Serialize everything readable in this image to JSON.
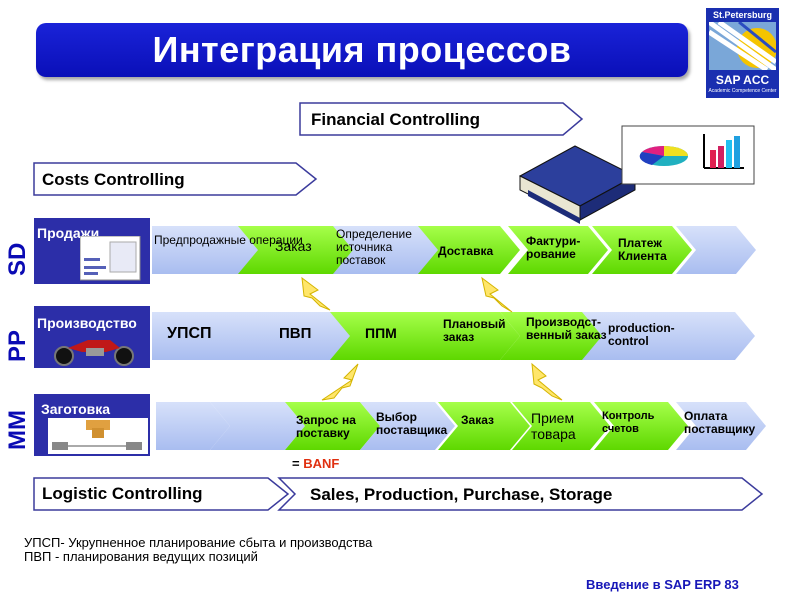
{
  "slide": {
    "title": "Интеграция процессов",
    "logo": {
      "top": "St.Petersburg",
      "bottom": "SAP ACC",
      "sub": "Academic Competence Center"
    },
    "banners": {
      "financial": "Financial Controlling",
      "costs": "Costs Controlling",
      "logistic": "Logistic Controlling",
      "sales_prod": "Sales, Production, Purchase, Storage"
    },
    "rows": {
      "sd": {
        "code": "SD",
        "label": "Продажи",
        "steps": [
          "Предпродажные операции",
          "Заказ",
          "Определение источника поставок",
          "Доставка",
          "Фактури- рование",
          "Платеж Клиента"
        ]
      },
      "pp": {
        "code": "PP",
        "label": "Производство",
        "steps": [
          "УПСП",
          "ПВП",
          "ППМ",
          "Плановый заказ",
          "Производст- венный заказ",
          "production- control"
        ]
      },
      "mm": {
        "code": "MM",
        "label": "Заготовка",
        "steps": [
          "Запрос на поставку",
          "Выбор поставщика",
          "Заказ",
          "Прием товара",
          "Контроль счетов",
          "Оплата поставщику"
        ]
      }
    },
    "banf": {
      "prefix": "=",
      "value": "BANF",
      "color": "#e03010"
    },
    "notes": [
      "УПСП- Укрупненное планирование сбыта и производства",
      "ПВП - планирования ведущих позиций"
    ],
    "footer": "Введение в SAP ERP  83",
    "colors": {
      "accent": "#0a0fb8",
      "green": "#7cf21a",
      "lavender": "#b9c9f2"
    }
  }
}
